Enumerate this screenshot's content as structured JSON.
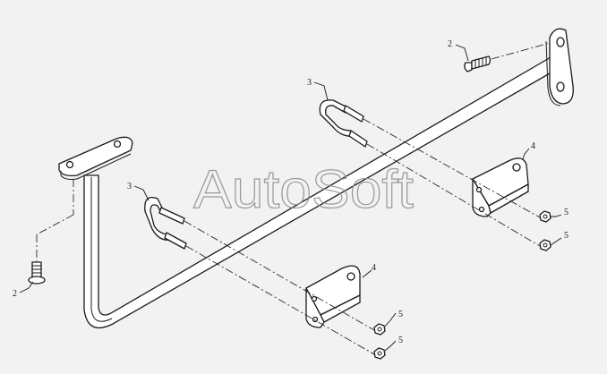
{
  "watermark": "AutoSoft",
  "callouts": {
    "c2_top": "2",
    "c2_left": "2",
    "c3_upper": "3",
    "c3_lower": "3",
    "c4_right": "4",
    "c4_lower": "4",
    "c5_a": "5",
    "c5_b": "5",
    "c5_c": "5",
    "c5_d": "5"
  }
}
